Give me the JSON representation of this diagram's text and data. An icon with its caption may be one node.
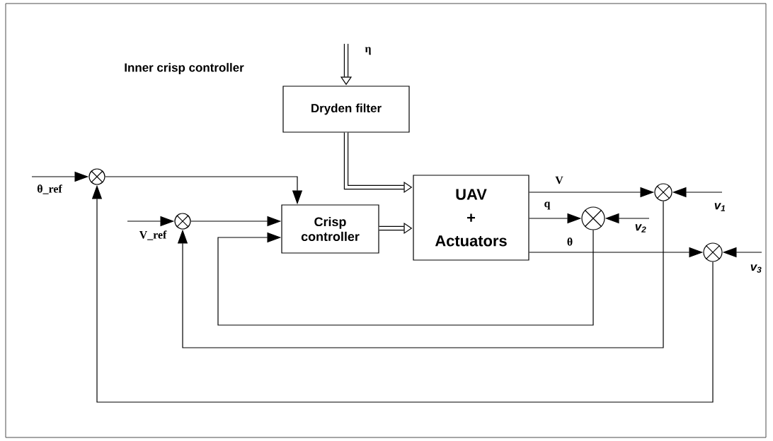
{
  "diagram": {
    "nodes": [
      {
        "text": [
          "Dryden filter"
        ]
      },
      {
        "text": [
          "Crisp controller"
        ]
      },
      {
        "text": [
          "UAV + Actuators"
        ]
      },
      {
        "text": [],
        "shape": "circle"
      },
      {
        "text": [],
        "shape": "circle"
      },
      {
        "text": [],
        "shape": "circle"
      },
      {
        "text": [],
        "shape": "circle"
      },
      {
        "text": [],
        "shape": "circle"
      }
    ],
    "edges": [
      {
        "from": null,
        "to": 0,
        "arrow": "to",
        "style": "thick",
        "label": "η"
      },
      {
        "from": 0,
        "to": 2,
        "arrow": "to",
        "style": "thick"
      },
      {
        "from": 1,
        "to": 2,
        "arrow": "to",
        "style": "thick"
      },
      {
        "from": null,
        "to": 3,
        "arrow": "to",
        "label": "θ_ref"
      },
      {
        "from": 3,
        "to": 1,
        "arrow": "to"
      },
      {
        "from": null,
        "to": 4,
        "arrow": "to",
        "label": "V_ref"
      },
      {
        "from": 4,
        "to": 1,
        "arrow": "to"
      },
      {
        "from": 5,
        "to": 1,
        "arrow": "to"
      },
      {
        "from": 2,
        "to": 6,
        "arrow": "to",
        "label": "V"
      },
      {
        "from": 2,
        "to": 5,
        "arrow": "to",
        "label": "q"
      },
      {
        "from": 2,
        "to": 7,
        "arrow": "to",
        "label": "θ"
      },
      {
        "from": null,
        "to": 6,
        "arrow": "to",
        "label": "v$_{1}$"
      },
      {
        "from": null,
        "to": 5,
        "arrow": "to",
        "label": "v$_{2}$"
      },
      {
        "from": null,
        "to": 7,
        "arrow": "to",
        "label": "v$_{3}$"
      },
      {
        "from": 6,
        "to": 4,
        "arrow": "to"
      },
      {
        "from": 7,
        "to": 3,
        "arrow": "to"
      }
    ],
    "labels": [
      "Inner crisp controller"
    ]
  }
}
